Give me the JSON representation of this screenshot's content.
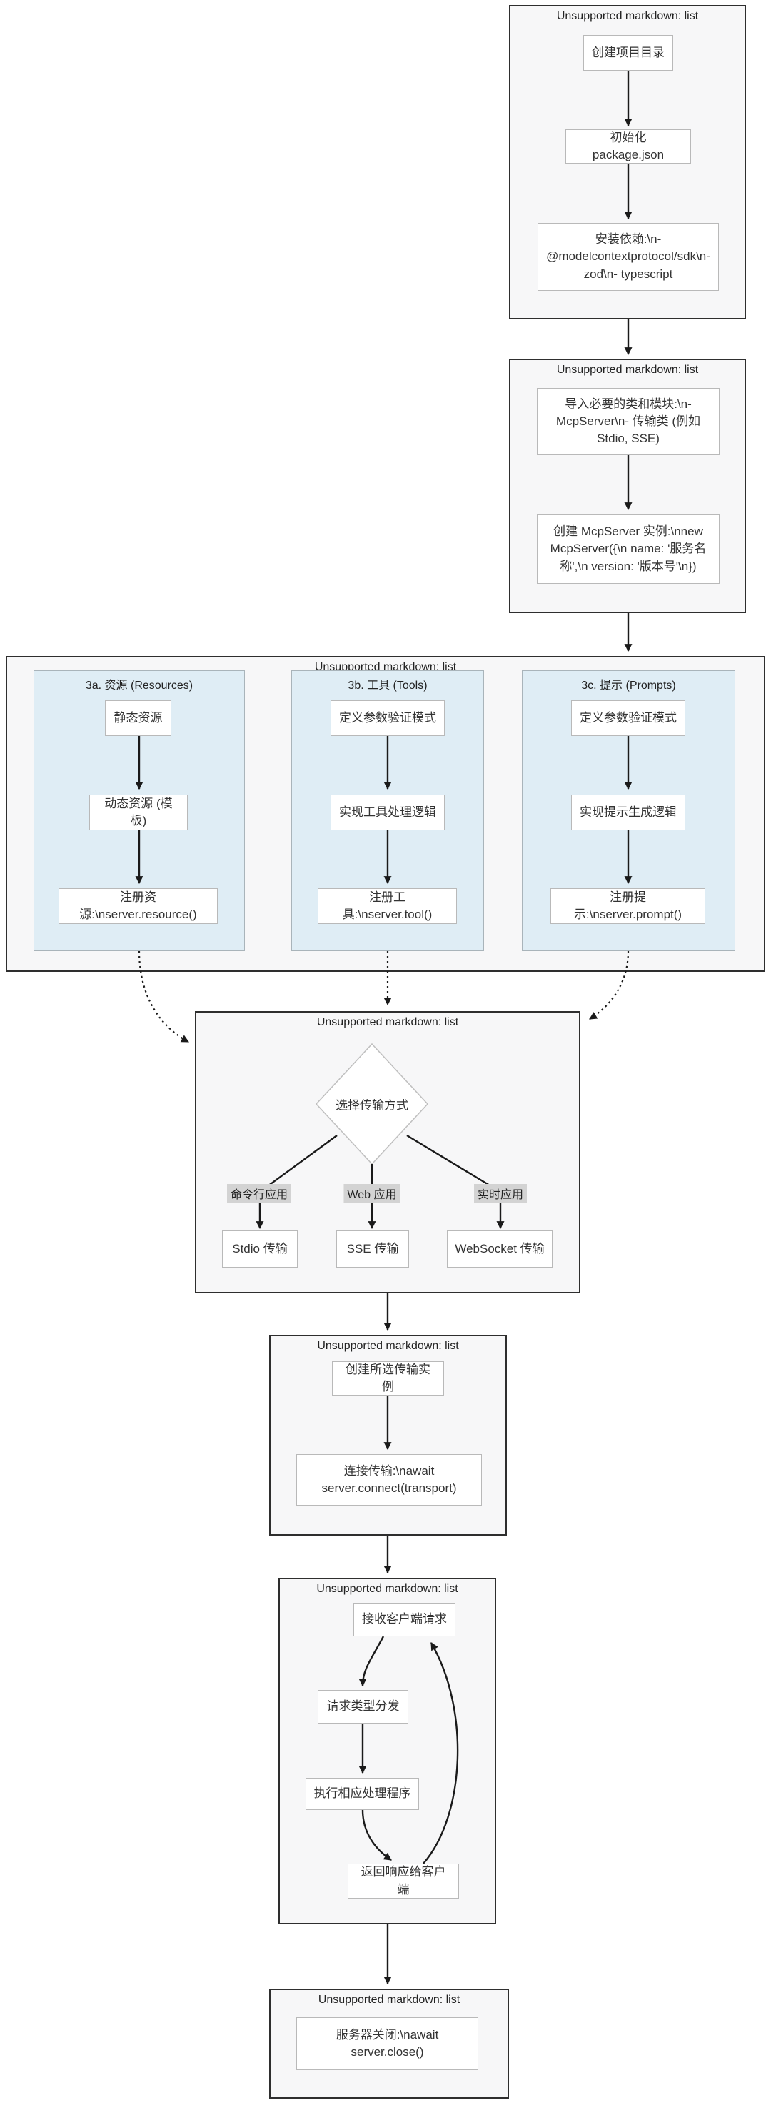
{
  "colors": {
    "cluster_fill": "#f7f7f8",
    "cluster_border": "#2e2e2e",
    "subcluster_fill": "#dfedf5",
    "subcluster_border": "#a9b4ba",
    "node_fill": "#ffffff",
    "node_border": "#b9b9b9",
    "text": "#333333",
    "edge": "#1a1a1a",
    "edge_label_bg": "#d3d3d3"
  },
  "sections": {
    "setup": {
      "title": "Unsupported markdown: list",
      "nodes": {
        "create_dir": "创建项目目录",
        "init_pkg": "初始化 package.json",
        "install_deps": "安装依赖:\\n- @modelcontextprotocol/sdk\\n- zod\\n- typescript"
      }
    },
    "server_init": {
      "title": "Unsupported markdown: list",
      "nodes": {
        "import_modules": "导入必要的类和模块:\\n- McpServer\\n- 传输类 (例如 Stdio, SSE)",
        "create_server": "创建 McpServer 实例:\\nnew McpServer({\\n  name: '服务名称',\\n  version: '版本号'\\n})"
      }
    },
    "capabilities": {
      "title": "Unsupported markdown: list",
      "resources": {
        "title": "3a. 资源 (Resources)",
        "nodes": {
          "static": "静态资源",
          "dynamic": "动态资源 (模板)",
          "register": "注册资源:\\nserver.resource()"
        }
      },
      "tools": {
        "title": "3b. 工具 (Tools)",
        "nodes": {
          "schema": "定义参数验证模式",
          "logic": "实现工具处理逻辑",
          "register": "注册工具:\\nserver.tool()"
        }
      },
      "prompts": {
        "title": "3c. 提示 (Prompts)",
        "nodes": {
          "schema": "定义参数验证模式",
          "logic": "实现提示生成逻辑",
          "register": "注册提示:\\nserver.prompt()"
        }
      }
    },
    "transport": {
      "title": "Unsupported markdown: list",
      "decision": "选择传输方式",
      "branches": [
        {
          "label": "命令行应用",
          "node": "Stdio 传输"
        },
        {
          "label": "Web 应用",
          "node": "SSE 传输"
        },
        {
          "label": "实时应用",
          "node": "WebSocket 传输"
        }
      ]
    },
    "connect": {
      "title": "Unsupported markdown: list",
      "nodes": {
        "create_transport": "创建所选传输实例",
        "connect_transport": "连接传输:\\nawait server.connect(transport)"
      }
    },
    "runtime": {
      "title": "Unsupported markdown: list",
      "nodes": {
        "receive": "接收客户端请求",
        "dispatch": "请求类型分发",
        "execute": "执行相应处理程序",
        "respond": "返回响应给客户端"
      }
    },
    "shutdown": {
      "title": "Unsupported markdown: list",
      "nodes": {
        "close": "服务器关闭:\\nawait server.close()"
      }
    }
  }
}
